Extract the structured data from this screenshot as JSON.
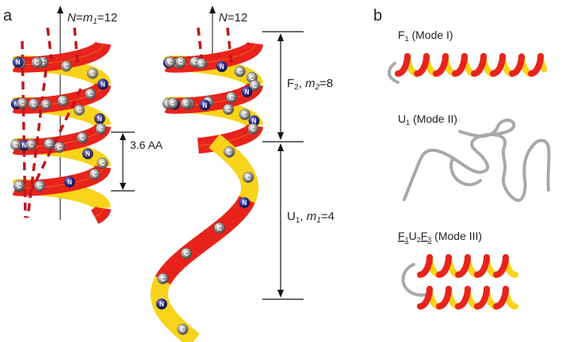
{
  "panels": {
    "a": {
      "label": "a",
      "left_helix": {
        "top_label": {
          "var": "N",
          "eq": "=",
          "var2": "m",
          "sub": "1",
          "value": "=12"
        },
        "pitch_label": "3.6 AA",
        "atoms": [
          "C",
          "C",
          "N",
          "C",
          "C",
          "C",
          "N",
          "C",
          "C",
          "C",
          "N",
          "C",
          "C",
          "C",
          "N",
          "C",
          "C",
          "C",
          "N",
          "C",
          "C",
          "C",
          "N",
          "C",
          "C",
          "N",
          "C",
          "C",
          "C"
        ]
      },
      "right_helix": {
        "top_label": {
          "var": "N",
          "value": "=12"
        },
        "folded_segment": {
          "name": "F",
          "sub": "2",
          "sep": ", ",
          "var": "m",
          "var_sub": "2",
          "value": "=8"
        },
        "unfolded_segment": {
          "name": "U",
          "sub": "1",
          "sep": ", ",
          "var": "m",
          "var_sub": "1",
          "value": "=4"
        },
        "atoms": [
          "C",
          "C",
          "N",
          "C",
          "C",
          "C",
          "N",
          "C",
          "C",
          "C",
          "N",
          "C",
          "C",
          "C",
          "N",
          "C",
          "C",
          "C",
          "N",
          "C",
          "C",
          "N",
          "C",
          "C",
          "C",
          "N",
          "C",
          "C",
          "C",
          "N",
          "C"
        ]
      }
    },
    "b": {
      "label": "b",
      "modes": [
        {
          "prefix": "F",
          "sub": "1",
          "suffix": " (Mode I)"
        },
        {
          "prefix": "U",
          "sub": "1",
          "suffix": " (Mode II)"
        },
        {
          "parts": [
            {
              "t": "F",
              "sub": "1",
              "u": true
            },
            {
              "t": "U",
              "sub": "2",
              "u": false
            },
            {
              "t": "F",
              "sub": "3",
              "u": true
            }
          ],
          "suffix": " (Mode III)"
        }
      ]
    }
  },
  "colors": {
    "ribbon_front": "#e8231c",
    "ribbon_back": "#f7d31a",
    "ribbon_edge": "#f39a16",
    "carbon": "#8e8e8e",
    "nitrogen": "#2b2a8c",
    "coil": "#a9a9a9",
    "dashes": "#c0161b",
    "lines": "#111111"
  }
}
